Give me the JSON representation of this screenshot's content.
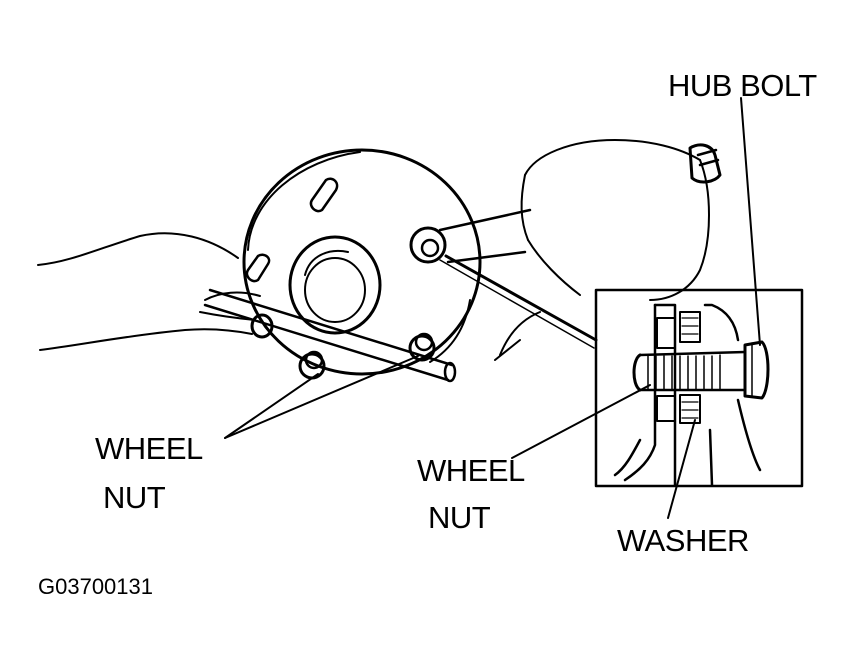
{
  "labels": {
    "hub_bolt": "HUB BOLT",
    "wheel_nut_left_line1": "WHEEL",
    "wheel_nut_left_line2": "NUT",
    "wheel_nut_center_line1": "WHEEL",
    "wheel_nut_center_line2": "NUT",
    "washer": "WASHER",
    "figure_code": "G03700131"
  },
  "colors": {
    "ink": "#000000",
    "paper": "#ffffff"
  }
}
